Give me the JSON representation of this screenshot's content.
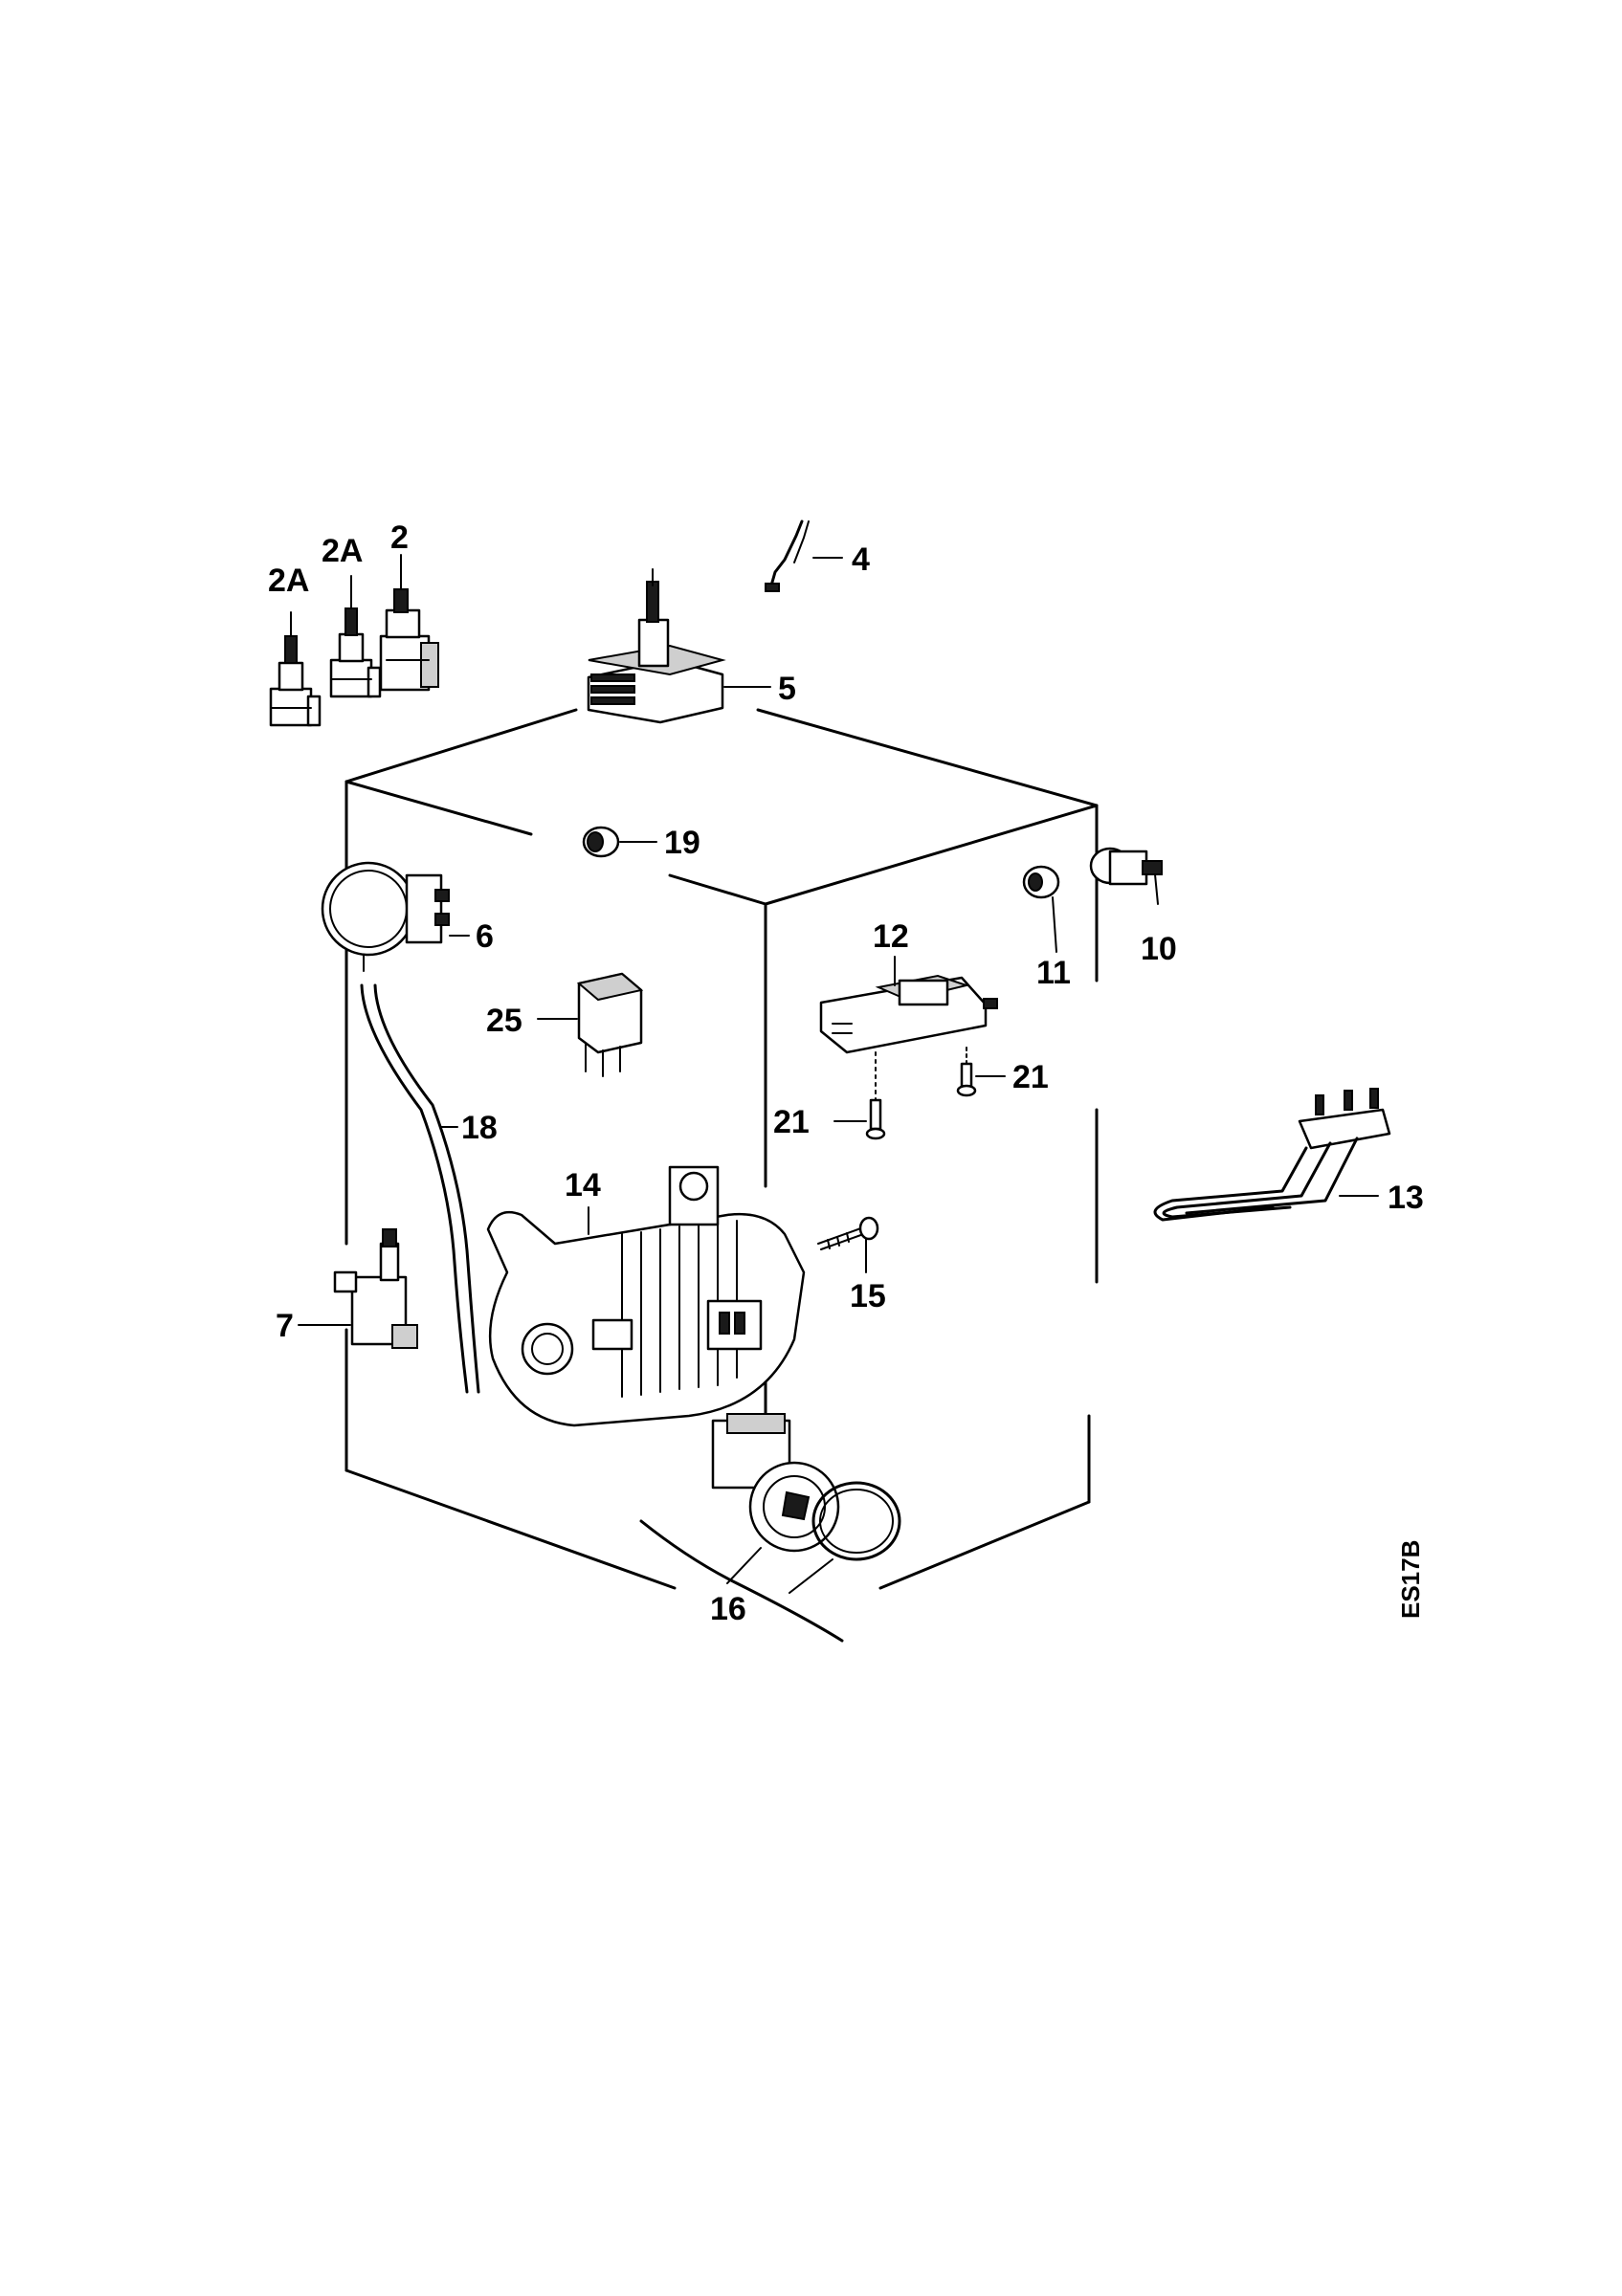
{
  "diagram": {
    "code": "ES17B",
    "callouts": {
      "c2A_left": "2A",
      "c2A_mid": "2A",
      "c2": "2",
      "c4": "4",
      "c5": "5",
      "c19": "19",
      "c6": "6",
      "c10": "10",
      "c11": "11",
      "c12": "12",
      "c25": "25",
      "c21_right": "21",
      "c21_left": "21",
      "c18": "18",
      "c13": "13",
      "c14": "14",
      "c15": "15",
      "c7": "7",
      "c16": "16"
    }
  }
}
